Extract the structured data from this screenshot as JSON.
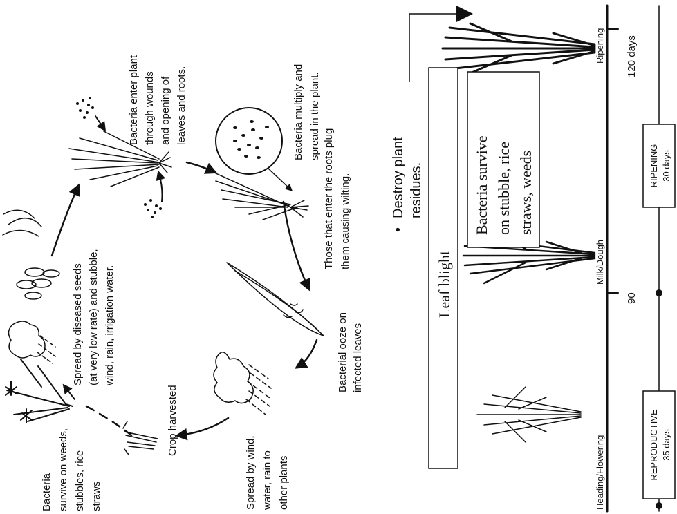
{
  "cycle": {
    "bacteria_survive_weeds": [
      "Bacteria",
      "survive on weeds,",
      "stubbles, rice",
      "straws"
    ],
    "crop_harvested": [
      "Crop harvested"
    ],
    "spread_by_wind": [
      "Spread by wind,",
      "water, rain to",
      "other plants"
    ],
    "bacterial_ooze": [
      "Bacterial ooze on",
      "infected leaves"
    ],
    "roots_plug": [
      "Those that enter the roots plug",
      "them causing wilting."
    ],
    "multiply_spread": [
      "Bacteria multiply and",
      "spread in the plant."
    ],
    "enter_plant": [
      "Bacteria enter plant",
      "through wounds",
      "and opening of",
      "leaves and roots."
    ],
    "spread_by_seeds": [
      "Spread by diseased seeds",
      "(at very low rate) and stubble,",
      "wind, rain, irrigation water."
    ]
  },
  "management": {
    "bullet": "•",
    "destroy_residues": [
      "Destroy plant",
      "residues."
    ],
    "leaf_blight": "Leaf blight",
    "survive_box": [
      "Bacteria survive",
      "on stubble, rice",
      "straws, weeds"
    ]
  },
  "timeline": {
    "stages": [
      "Heading/Flowering",
      "Milk/Dough",
      "Ripening"
    ],
    "ticks": [
      "90",
      "120 days"
    ],
    "phase_reproductive": [
      "REPRODUCTIVE",
      "35 days"
    ],
    "phase_ripening": [
      "RIPENING",
      "30 days"
    ]
  },
  "colors": {
    "ink": "#111111",
    "background": "#ffffff"
  }
}
